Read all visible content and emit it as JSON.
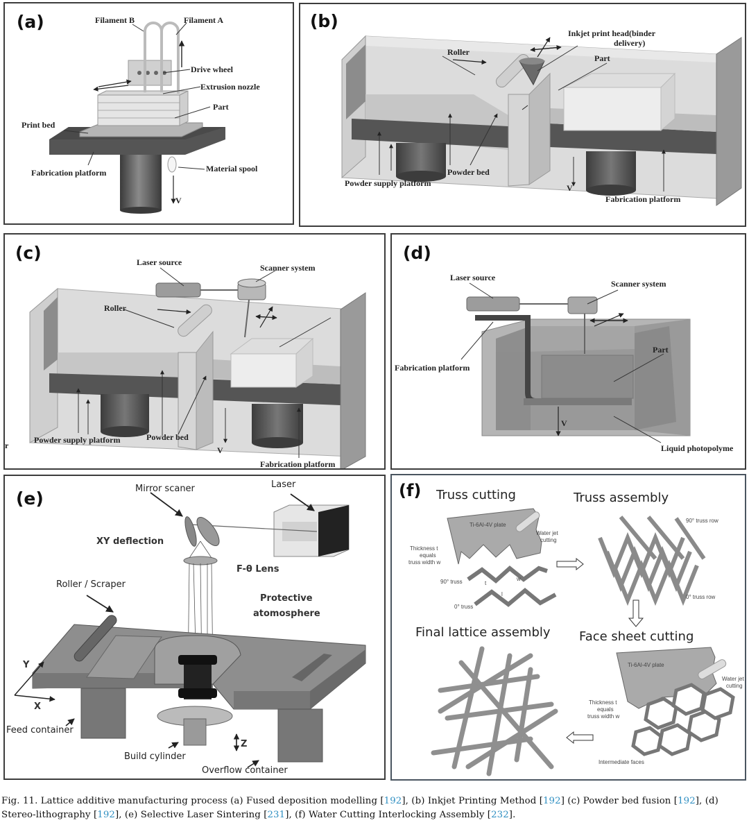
{
  "colors": {
    "citation": "#2f8fc2",
    "panel_border": "#3c3c3c",
    "dark_gray": "#5a5a5a",
    "mid_gray": "#9a9a9a",
    "light_gray": "#cfcfcf"
  },
  "panels": {
    "a": {
      "label": "(a)",
      "labels": {
        "filament_b": "Filament B",
        "filament_a": "Filament A",
        "drive_wheel": "Drive wheel",
        "extrusion_nozzle": "Extrusion nozzle",
        "part": "Part",
        "print_bed": "Print bed",
        "fabrication_platform": "Fabrication platform",
        "material_spool": "Material spool",
        "v": "V"
      }
    },
    "b": {
      "label": "(b)",
      "labels": {
        "roller": "Roller",
        "inkjet_line1": "Inkjet print head(binder",
        "inkjet_line2": "delivery)",
        "part": "Part",
        "powder_bed": "Powder bed",
        "powder_supply_platform": "Powder supply platform",
        "fabrication_platform": "Fabrication platform",
        "v": "V"
      }
    },
    "c": {
      "label": "(c)",
      "labels": {
        "laser_source": "Laser source",
        "scanner_system": "Scanner system",
        "roller": "Roller",
        "powder_supply_platform": "Powder supply platform",
        "powder_bed": "Powder bed",
        "fabrication_platform": "Fabrication platform",
        "v": "V",
        "stray": "r"
      }
    },
    "d": {
      "label": "(d)",
      "labels": {
        "laser_source": "Laser source",
        "scanner_system": "Scanner system",
        "fabrication_platform": "Fabrication platform",
        "part": "Part",
        "liquid_photopolymer": "Liquid photopolyme",
        "v": "V"
      }
    },
    "e": {
      "label": "(e)",
      "labels": {
        "mirror_scanner": "Mirror scaner",
        "laser": "Laser",
        "xy_deflection": "XY deflection",
        "f_theta_lens": "F-θ Lens",
        "roller_scraper": "Roller / Scraper",
        "protective_line1": "Protective",
        "protective_line2": "atomosphere",
        "y_axis": "Y",
        "x_axis": "X",
        "z_axis": "Z",
        "feed_container": "Feed container",
        "build_cylinder": "Build cylinder",
        "overflow_container": "Overflow container"
      }
    },
    "f": {
      "label": "(f)",
      "headings": {
        "truss_cutting": "Truss cutting",
        "truss_assembly": "Truss assembly",
        "final_lattice_assembly": "Final lattice assembly",
        "face_sheet_cutting": "Face sheet cutting"
      },
      "labels": {
        "plate1": "Ti-6Al-4V plate",
        "water_jet1_line1": "Water jet",
        "water_jet1_line2": "cutting",
        "thickness1_line1": "Thickness t",
        "thickness1_line2": "equals",
        "thickness1_line3": "truss width w",
        "truss_90": "90° truss",
        "truss_0": "0° truss",
        "sym_t": "t",
        "sym_w": "w",
        "sym_l": "l",
        "row_90": "90° truss row",
        "row_0": "0° truss row",
        "plate2": "Ti-6Al-4V plate",
        "water_jet2_line1": "Water jet",
        "water_jet2_line2": "cutting",
        "thickness2_line1": "Thickness t",
        "thickness2_line2": "equals",
        "thickness2_line3": "truss width w",
        "intermediate_faces": "Intermediate faces"
      }
    }
  },
  "caption": {
    "fig_label": "Fig. 11.",
    "t1": " Lattice additive manufacturing process (a) Fused deposition modelling [",
    "c1": "192",
    "t2": "], (b) Inkjet Printing Method [",
    "c2": "192",
    "t3": "] (c) Powder bed fusion [",
    "c3": "192",
    "t4": "], (d) Stereo-lithography [",
    "c4": "192",
    "t5": "], (e) Selective Laser Sintering [",
    "c5": "231",
    "t6": "], (f) Water Cutting Interlocking Assembly [",
    "c6": "232",
    "t7": "]."
  }
}
